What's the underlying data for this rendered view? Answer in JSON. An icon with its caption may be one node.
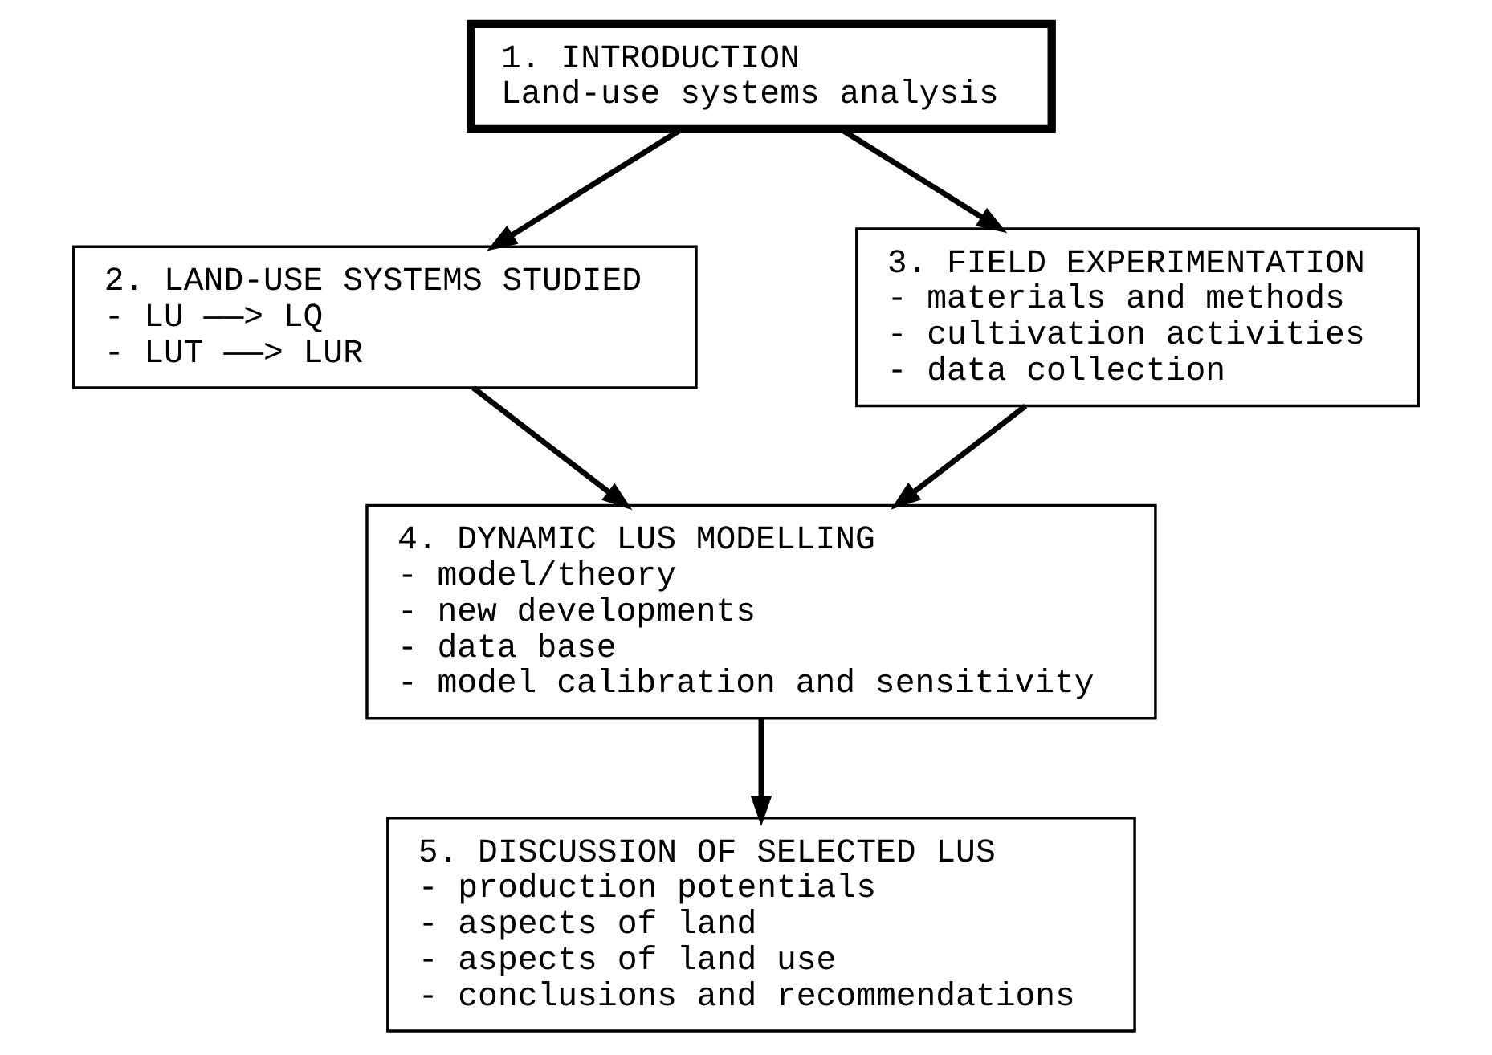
{
  "diagram": {
    "nodes": [
      {
        "text": [
          "1. INTRODUCTION",
          "Land-use systems analysis"
        ]
      },
      {
        "text": [
          "2. LAND-USE SYSTEMS STUDIED",
          "- LU ——> LQ",
          "- LUT ——> LUR"
        ]
      },
      {
        "text": [
          "3. FIELD EXPERIMENTATION",
          "- materials and methods",
          "- cultivation activities",
          "- data collection"
        ]
      },
      {
        "text": [
          "4. DYNAMIC LUS MODELLING",
          "- model/theory",
          "- new developments",
          "- data base",
          "- model calibration and sensitivity"
        ]
      },
      {
        "text": [
          "5. DISCUSSION OF SELECTED LUS",
          "- production potentials",
          "- aspects of land",
          "- aspects of land use",
          "- conclusions and recommendations"
        ]
      }
    ],
    "edges": [
      {
        "from": 0,
        "to": 1,
        "arrow": "to"
      },
      {
        "from": 0,
        "to": 2,
        "arrow": "to"
      },
      {
        "from": 1,
        "to": 3,
        "arrow": "to"
      },
      {
        "from": 2,
        "to": 3,
        "arrow": "to"
      },
      {
        "from": 3,
        "to": 4,
        "arrow": "to"
      }
    ]
  }
}
